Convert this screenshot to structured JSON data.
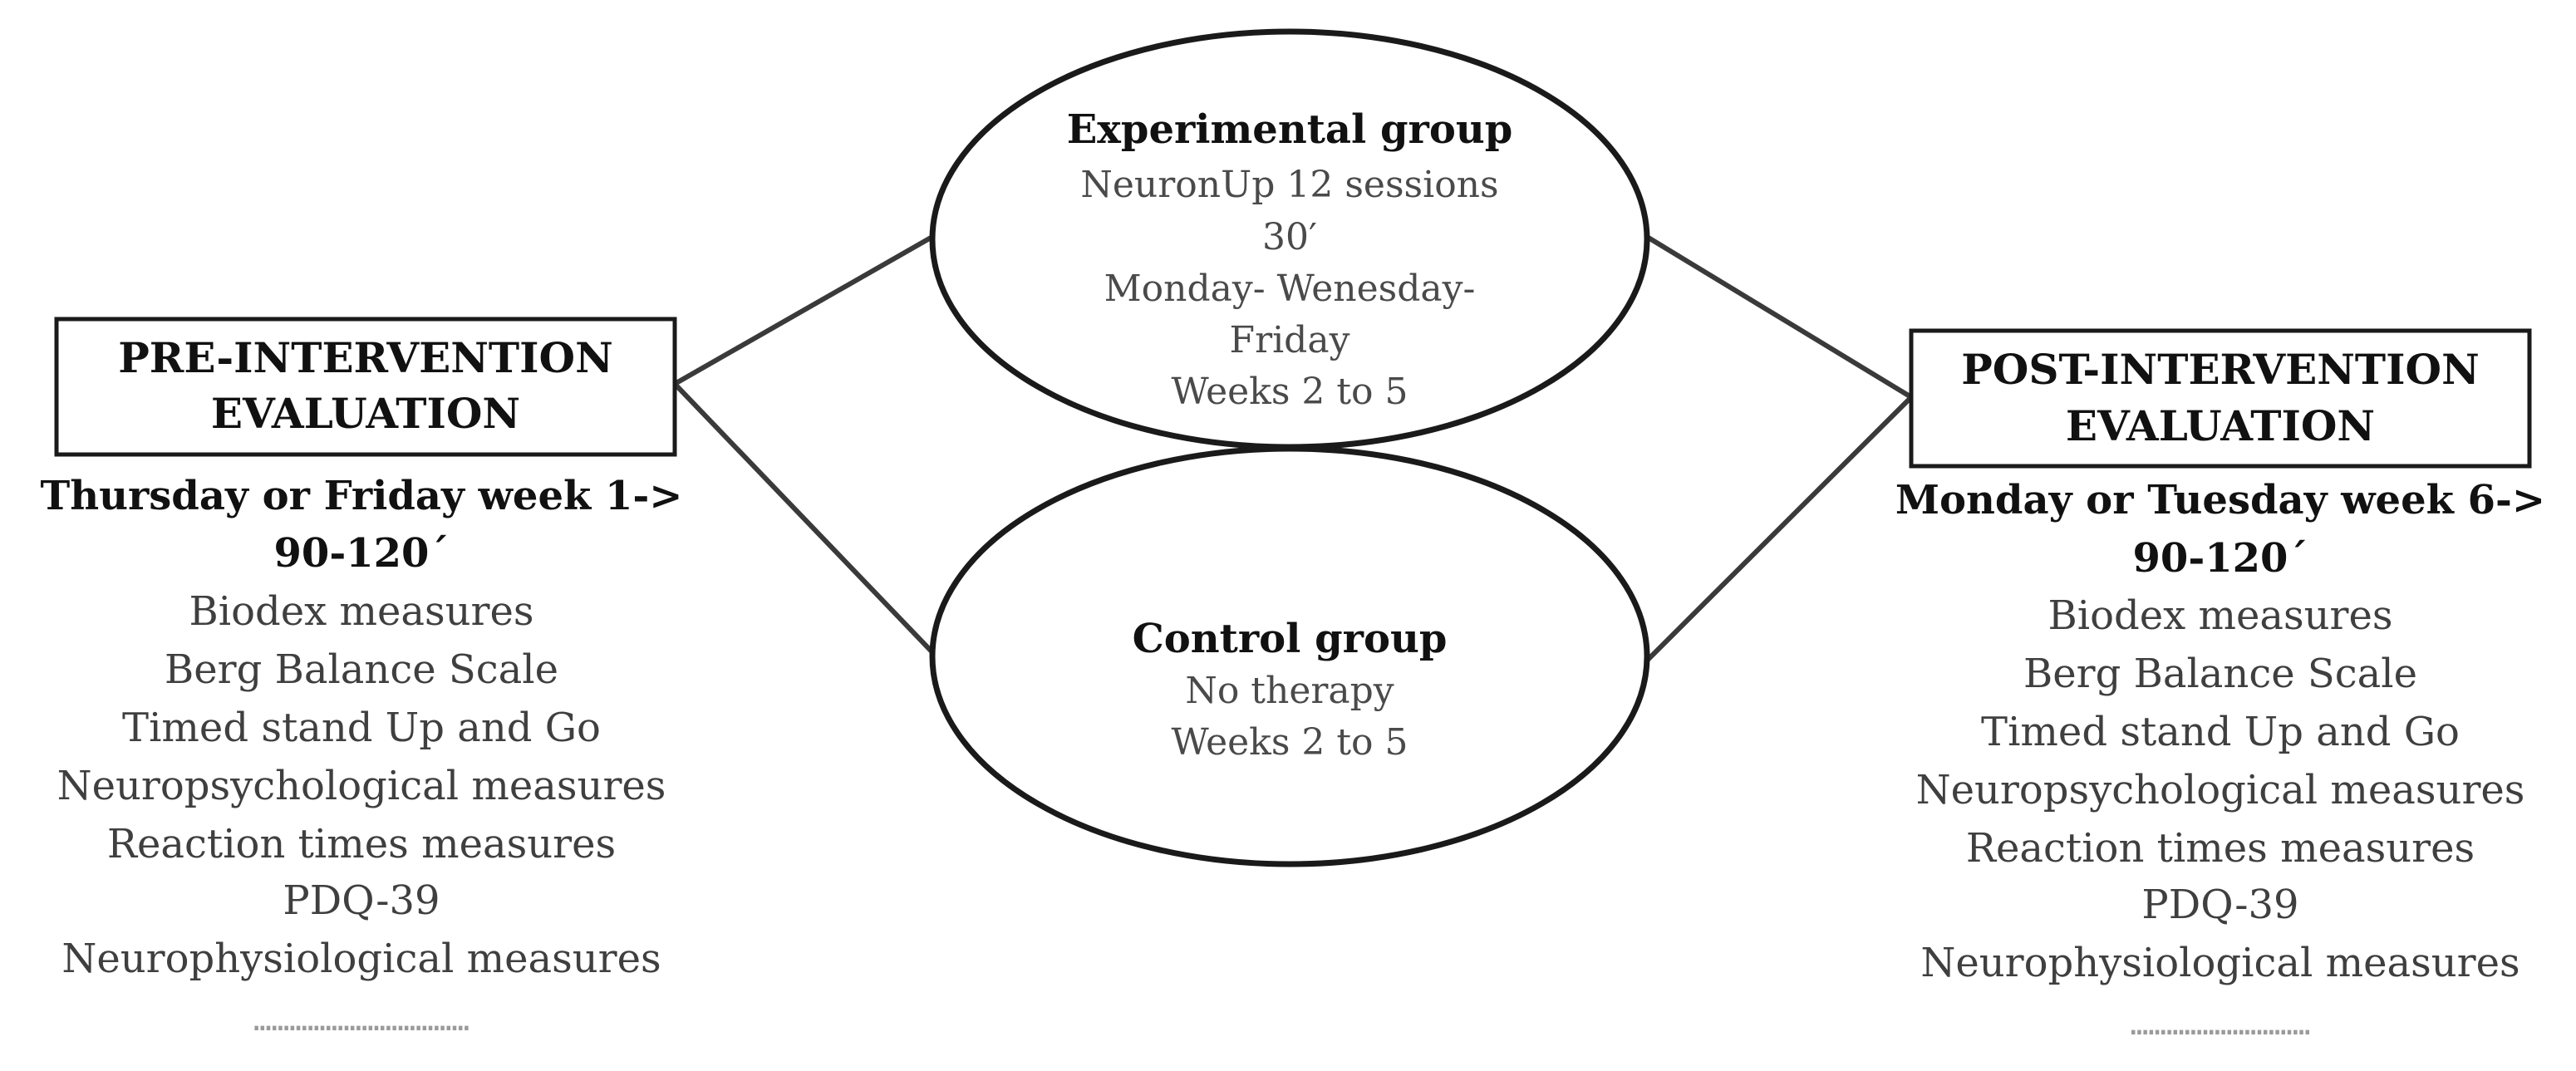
{
  "pre": {
    "title": [
      "PRE-INTERVENTION",
      "EVALUATION"
    ],
    "schedule": [
      "Thursday or Friday week 1->",
      "90-120´"
    ],
    "measures": [
      "Biodex measures",
      "Berg Balance Scale",
      "Timed stand Up and Go",
      "Neuropsychological measures",
      "Reaction times measures",
      "PDQ-39",
      "Neurophysiological measures"
    ],
    "dots": "………………………………"
  },
  "post": {
    "title": [
      "POST-INTERVENTION",
      "EVALUATION"
    ],
    "schedule": [
      "Monday or Tuesday week  6->",
      "90-120´"
    ],
    "measures": [
      "Biodex measures",
      "Berg Balance Scale",
      "Timed stand Up and Go",
      "Neuropsychological measures",
      "Reaction times measures",
      "PDQ-39",
      "Neurophysiological measures"
    ],
    "dots": "…………………………"
  },
  "experimental": {
    "title": "Experimental group",
    "lines": [
      "NeuronUp  12 sessions",
      "30′",
      "Monday- Wenesday-",
      "Friday",
      "Weeks 2 to 5"
    ]
  },
  "control": {
    "title": "Control group",
    "lines": [
      "No therapy",
      "Weeks 2 to 5"
    ]
  }
}
